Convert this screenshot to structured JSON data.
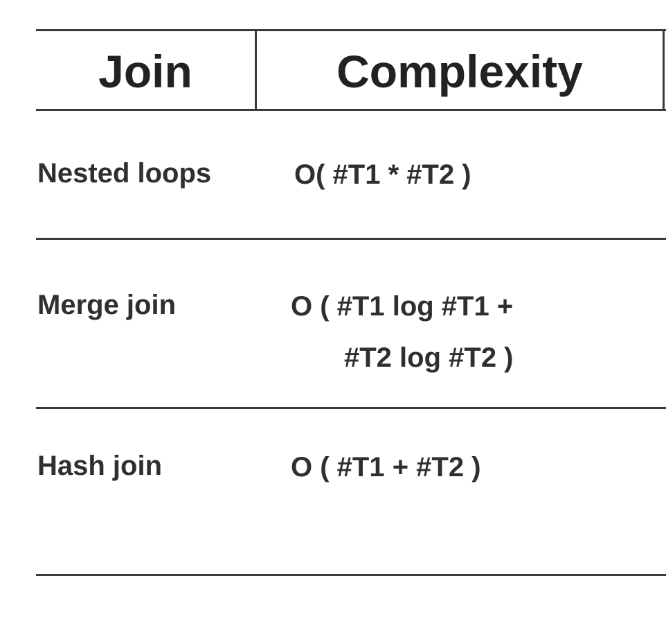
{
  "table": {
    "headers": {
      "join": "Join",
      "complexity": "Complexity"
    },
    "rows": [
      {
        "join": "Nested loops",
        "complexity_lines": [
          "O( #T1 * #T2 )"
        ]
      },
      {
        "join": "Merge join",
        "complexity_lines": [
          "O ( #T1 log #T1 +",
          "#T2 log #T2 )"
        ]
      },
      {
        "join": "Hash join",
        "complexity_lines": [
          "O ( #T1 + #T2 )"
        ]
      }
    ]
  }
}
